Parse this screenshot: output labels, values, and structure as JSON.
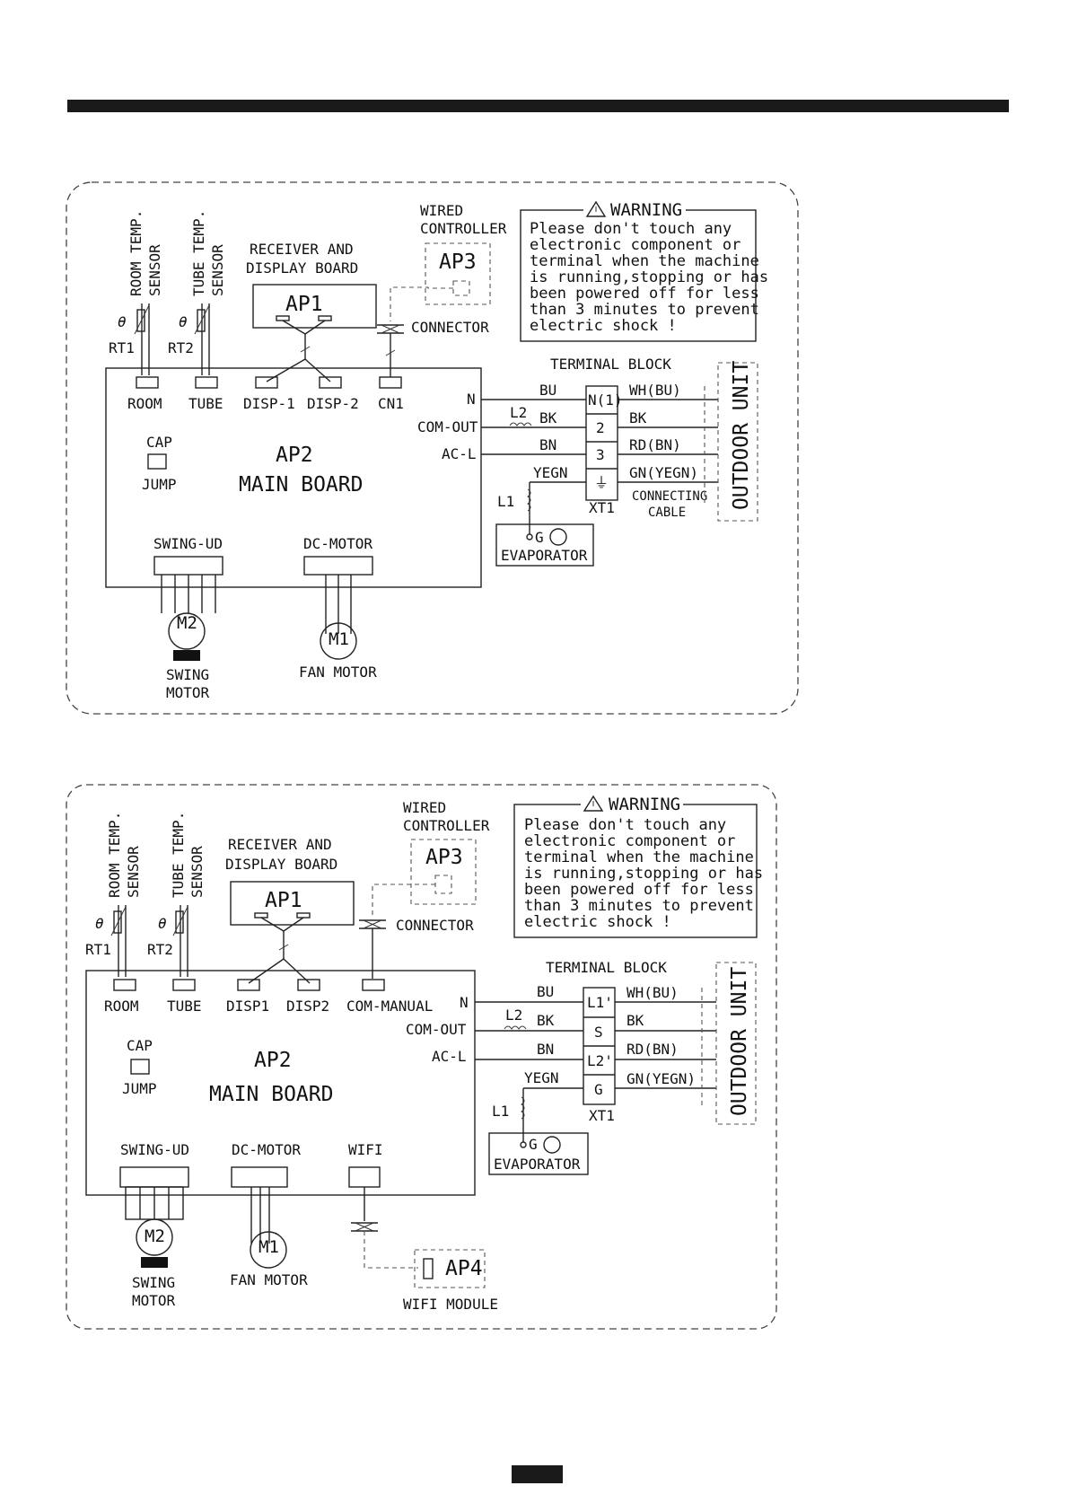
{
  "diagrams": [
    {
      "sensors": {
        "room": "ROOM TEMP.",
        "room2": "SENSOR",
        "tube": "TUBE TEMP.",
        "tube2": "SENSOR",
        "rt1": "RT1",
        "rt2": "RT2",
        "theta": "θ"
      },
      "display_board": {
        "line1": "RECEIVER AND",
        "line2": "DISPLAY BOARD",
        "code": "AP1"
      },
      "wired_controller": {
        "line1": "WIRED",
        "line2": "CONTROLLER",
        "code": "AP3",
        "connector": "CONNECTOR"
      },
      "warning": {
        "title": "WARNING",
        "lines": [
          "Please don't touch any",
          "electronic component or",
          "terminal when the machine",
          "is running,stopping or has",
          "been powered off for less",
          "than 3 minutes to prevent",
          "electric shock !"
        ]
      },
      "main_board": {
        "code": "AP2",
        "name": "MAIN BOARD",
        "ports": [
          "ROOM",
          "TUBE",
          "DISP-1",
          "DISP-2",
          "CN1"
        ],
        "cap": "CAP",
        "jump": "JUMP",
        "swing": "SWING-UD",
        "dcmotor": "DC-MOTOR",
        "n": "N",
        "comout": "COM-OUT",
        "acl": "AC-L"
      },
      "terminal_block": {
        "title": "TERMINAL BLOCK",
        "wires_in": [
          "BU",
          "BK",
          "BN",
          "YEGN"
        ],
        "terminals": [
          "N(1)",
          "2",
          "3",
          "⏚"
        ],
        "wires_out": [
          "WH(BU)",
          "BK",
          "RD(BN)",
          "GN(YEGN)"
        ],
        "xt1": "XT1",
        "l1": "L1",
        "l2": "L2",
        "cable1": "CONNECTING",
        "cable2": "CABLE",
        "outdoor": "OUTDOOR UNIT"
      },
      "evaporator": {
        "g": "G",
        "label": "EVAPORATOR"
      },
      "motors": {
        "m2": "M2",
        "swing1": "SWING",
        "swing2": "MOTOR",
        "m1": "M1",
        "fan": "FAN MOTOR"
      }
    },
    {
      "sensors": {
        "room": "ROOM TEMP.",
        "room2": "SENSOR",
        "tube": "TUBE TEMP.",
        "tube2": "SENSOR",
        "rt1": "RT1",
        "rt2": "RT2",
        "theta": "θ"
      },
      "display_board": {
        "line1": "RECEIVER AND",
        "line2": "DISPLAY BOARD",
        "code": "AP1"
      },
      "wired_controller": {
        "line1": "WIRED",
        "line2": "CONTROLLER",
        "code": "AP3",
        "connector": "CONNECTOR"
      },
      "warning": {
        "title": "WARNING",
        "lines": [
          "Please don't touch any",
          "electronic component or",
          "terminal when the machine",
          "is running,stopping or has",
          "been powered off for less",
          "than 3 minutes to prevent",
          "electric shock !"
        ]
      },
      "main_board": {
        "code": "AP2",
        "name": "MAIN BOARD",
        "ports": [
          "ROOM",
          "TUBE",
          "DISP1",
          "DISP2",
          "COM-MANUAL"
        ],
        "cap": "CAP",
        "jump": "JUMP",
        "swing": "SWING-UD",
        "dcmotor": "DC-MOTOR",
        "wifi": "WIFI",
        "n": "N",
        "comout": "COM-OUT",
        "acl": "AC-L"
      },
      "terminal_block": {
        "title": "TERMINAL BLOCK",
        "wires_in": [
          "BU",
          "BK",
          "BN",
          "YEGN"
        ],
        "terminals": [
          "L1'",
          "S",
          "L2'",
          "G"
        ],
        "wires_out": [
          "WH(BU)",
          "BK",
          "RD(BN)",
          "GN(YEGN)"
        ],
        "xt1": "XT1",
        "l1": "L1",
        "l2": "L2",
        "outdoor": "OUTDOOR UNIT"
      },
      "evaporator": {
        "g": "G",
        "label": "EVAPORATOR"
      },
      "motors": {
        "m2": "M2",
        "swing1": "SWING",
        "swing2": "MOTOR",
        "m1": "M1",
        "fan": "FAN MOTOR"
      },
      "wifi_module": {
        "code": "AP4",
        "label": "WIFI MODULE"
      }
    }
  ]
}
